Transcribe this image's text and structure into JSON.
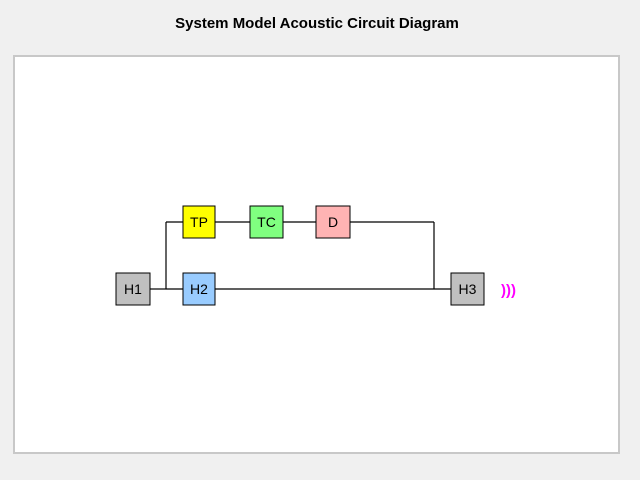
{
  "window": {
    "title": "System Model Acoustic Circuit Diagram"
  },
  "diagram": {
    "nodes": {
      "h1": {
        "label": "H1",
        "color": "#c0c0c0"
      },
      "h2": {
        "label": "H2",
        "color": "#99ccff"
      },
      "h3": {
        "label": "H3",
        "color": "#c0c0c0"
      },
      "tp": {
        "label": "TP",
        "color": "#ffff00"
      },
      "tc": {
        "label": "TC",
        "color": "#80ff80"
      },
      "d": {
        "label": "D",
        "color": "#ffb3b3"
      }
    },
    "sound_indicator": {
      "symbol": ")))",
      "icon": "sound-wave-icon",
      "color": "#ff00ff"
    }
  }
}
